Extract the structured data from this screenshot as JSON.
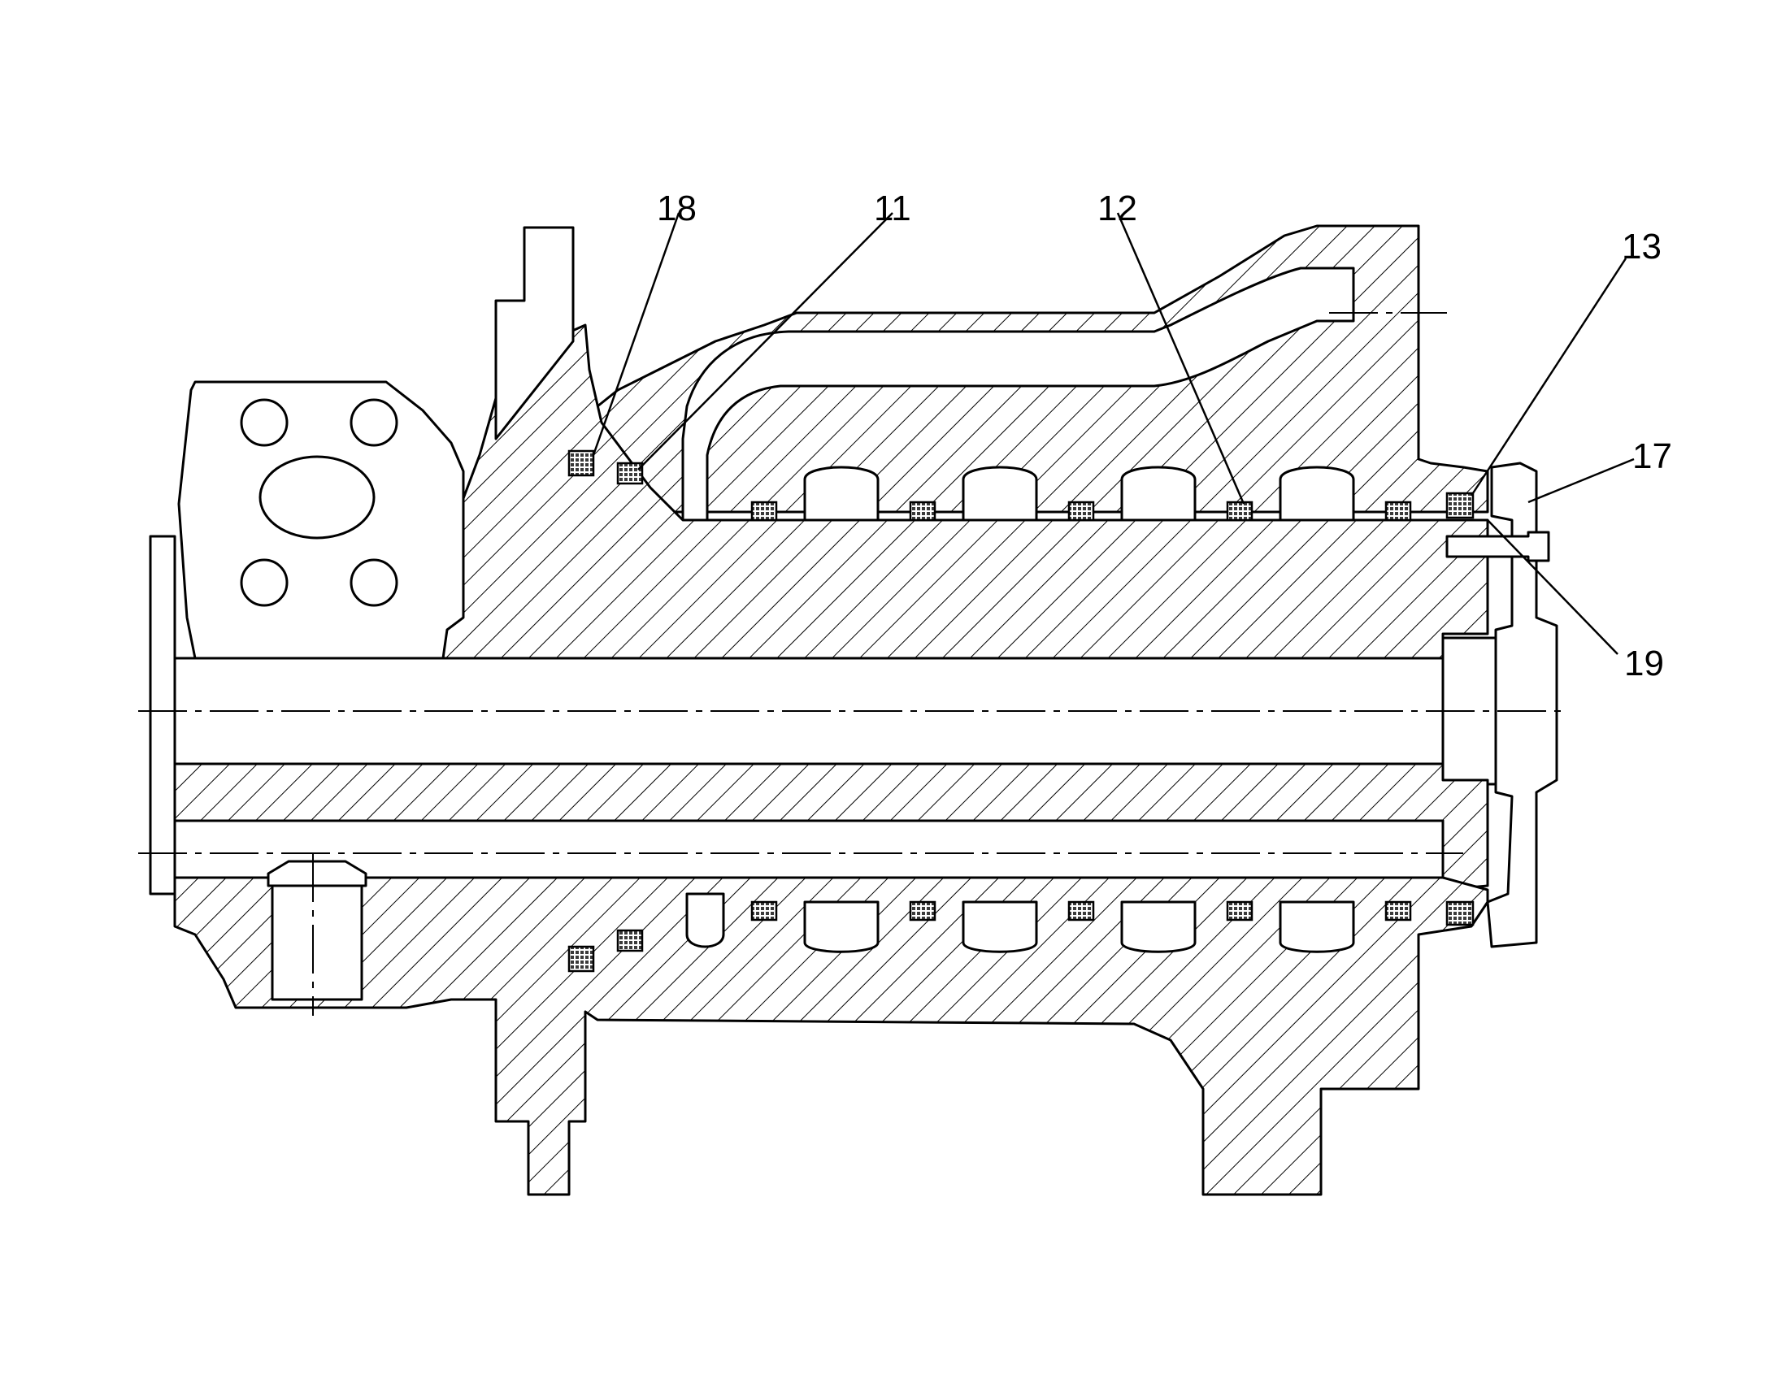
{
  "diagram": {
    "type": "mechanical cross-section drawing",
    "colors": {
      "line": "#000000",
      "background": "#ffffff",
      "seal_fill": "#3a3a3a"
    },
    "callouts": [
      {
        "id": "c18",
        "label": "18"
      },
      {
        "id": "c11",
        "label": "11"
      },
      {
        "id": "c12",
        "label": "12"
      },
      {
        "id": "c13",
        "label": "13"
      },
      {
        "id": "c17",
        "label": "17"
      },
      {
        "id": "c19",
        "label": "19"
      }
    ]
  }
}
